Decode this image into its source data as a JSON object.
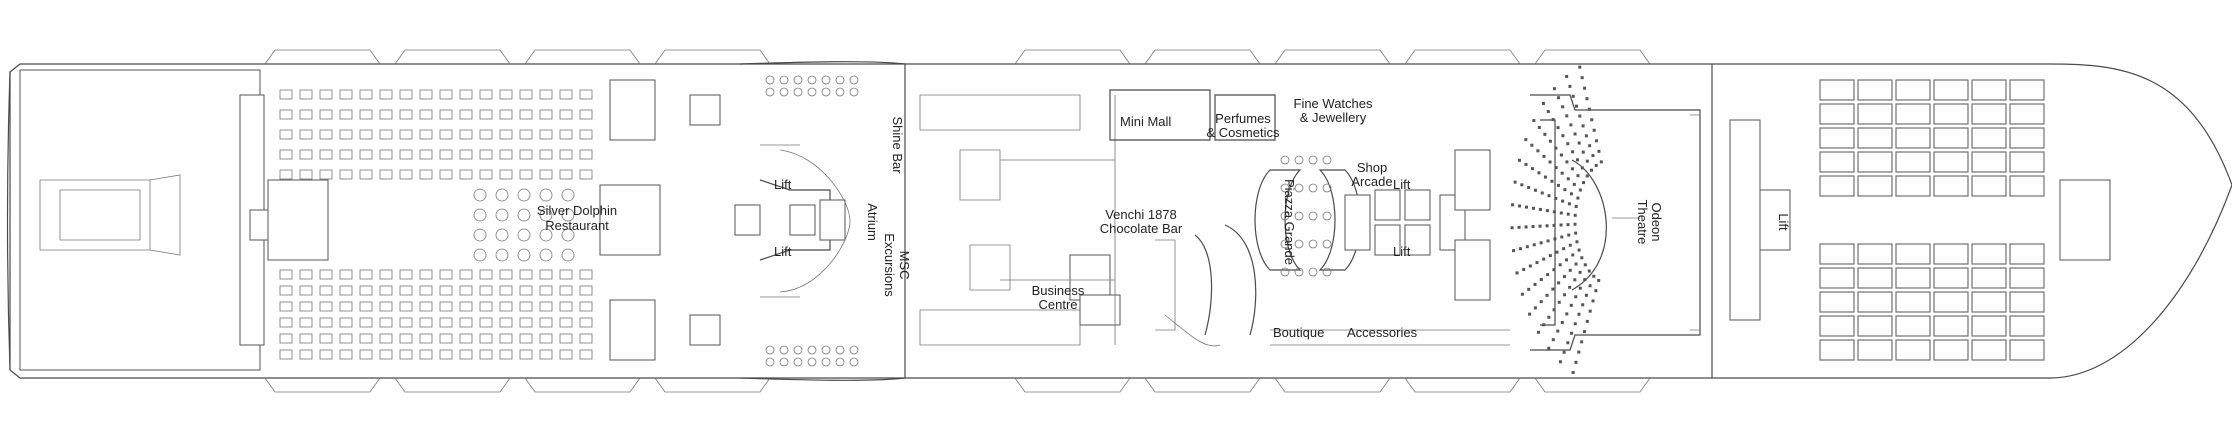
{
  "labels": {
    "silver_dolphin": [
      "Silver Dolphin",
      "Restaurant"
    ],
    "lift_left_top": "Lift",
    "lift_left_bottom": "Lift",
    "atrium": "Atrium",
    "shine_bar": "Shine Bar",
    "msc_excursions": [
      "MSC",
      "Excursions"
    ],
    "mini_mall": "Mini Mall",
    "perfumes": [
      "Perfumes",
      "& Cosmetics"
    ],
    "fine_watches": [
      "Fine Watches",
      "& Jewellery"
    ],
    "venchi": [
      "Venchi 1878",
      "Chocolate Bar"
    ],
    "business_centre": [
      "Business",
      "Centre"
    ],
    "piazza_grande": "Piazza Grande",
    "shop_arcade": [
      "Shop",
      "Arcade"
    ],
    "lift_right_top": "Lift",
    "lift_right_bottom": "Lift",
    "boutique": "Boutique",
    "accessories": "Accessories",
    "odeon_theatre": [
      "Odeon",
      "Theatre"
    ],
    "lift_forward": "Lift"
  }
}
